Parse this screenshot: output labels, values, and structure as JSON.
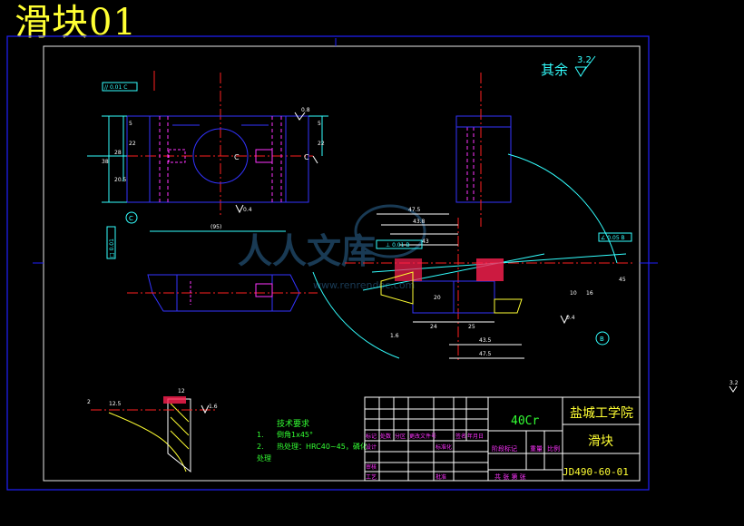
{
  "title": "滑块01",
  "surface_note": "其余",
  "surface_value": "3.2",
  "tech_req": {
    "heading": "技术要求",
    "item1_num": "1.",
    "item1": "倒角1x45°",
    "item2_num": "2.",
    "item2": "热处理：HRC40~45，磷化",
    "item2_cont": "处理"
  },
  "dims": {
    "d_47_5_top": "47.5",
    "d_43_8": "43.8",
    "d_43": "43",
    "d_20": "20",
    "d_24": "24",
    "d_25": "25",
    "d_43_5": "43.5",
    "d_47_5_bot": "47.5",
    "d_12": "12",
    "d_5": "5",
    "d_22": "22",
    "d_2": "2",
    "roughness_0_8": "0.8",
    "roughness_0_4": "0.4",
    "roughness_1_6": "1.6",
    "roughness_3_2": "3.2",
    "d_95": "(95)",
    "d_45": "45",
    "d_16": "16",
    "d_10": "10",
    "d_12_5": "12.5",
    "d_38": "38",
    "d_28": "28",
    "d_20_5": "20.5"
  },
  "tolerance": {
    "parallel": "// 0.01 C",
    "flatness": "□ 0.01",
    "angle_box": "∠ 0.05 B",
    "perp": "⊥ 0.01 B"
  },
  "datums": {
    "c": "C",
    "b": "B"
  },
  "title_block": {
    "material": "40Cr",
    "school": "盐城工学院",
    "part": "滑块",
    "drawing_no": "JD490-60-01",
    "row_labels": [
      "标记",
      "处数",
      "分区",
      "更改文件号",
      "签名",
      "年月日"
    ],
    "designer": "设计",
    "standardize": "标准化",
    "stage_mark": "阶段标记",
    "weight": "重量",
    "scale": "比例",
    "review": "审核",
    "process": "工艺",
    "approve": "批准",
    "sheets": "共 张 第 张"
  },
  "watermark": "人人文库",
  "watermark_url": "www.renrendoc.com",
  "side_mark": "3.2"
}
